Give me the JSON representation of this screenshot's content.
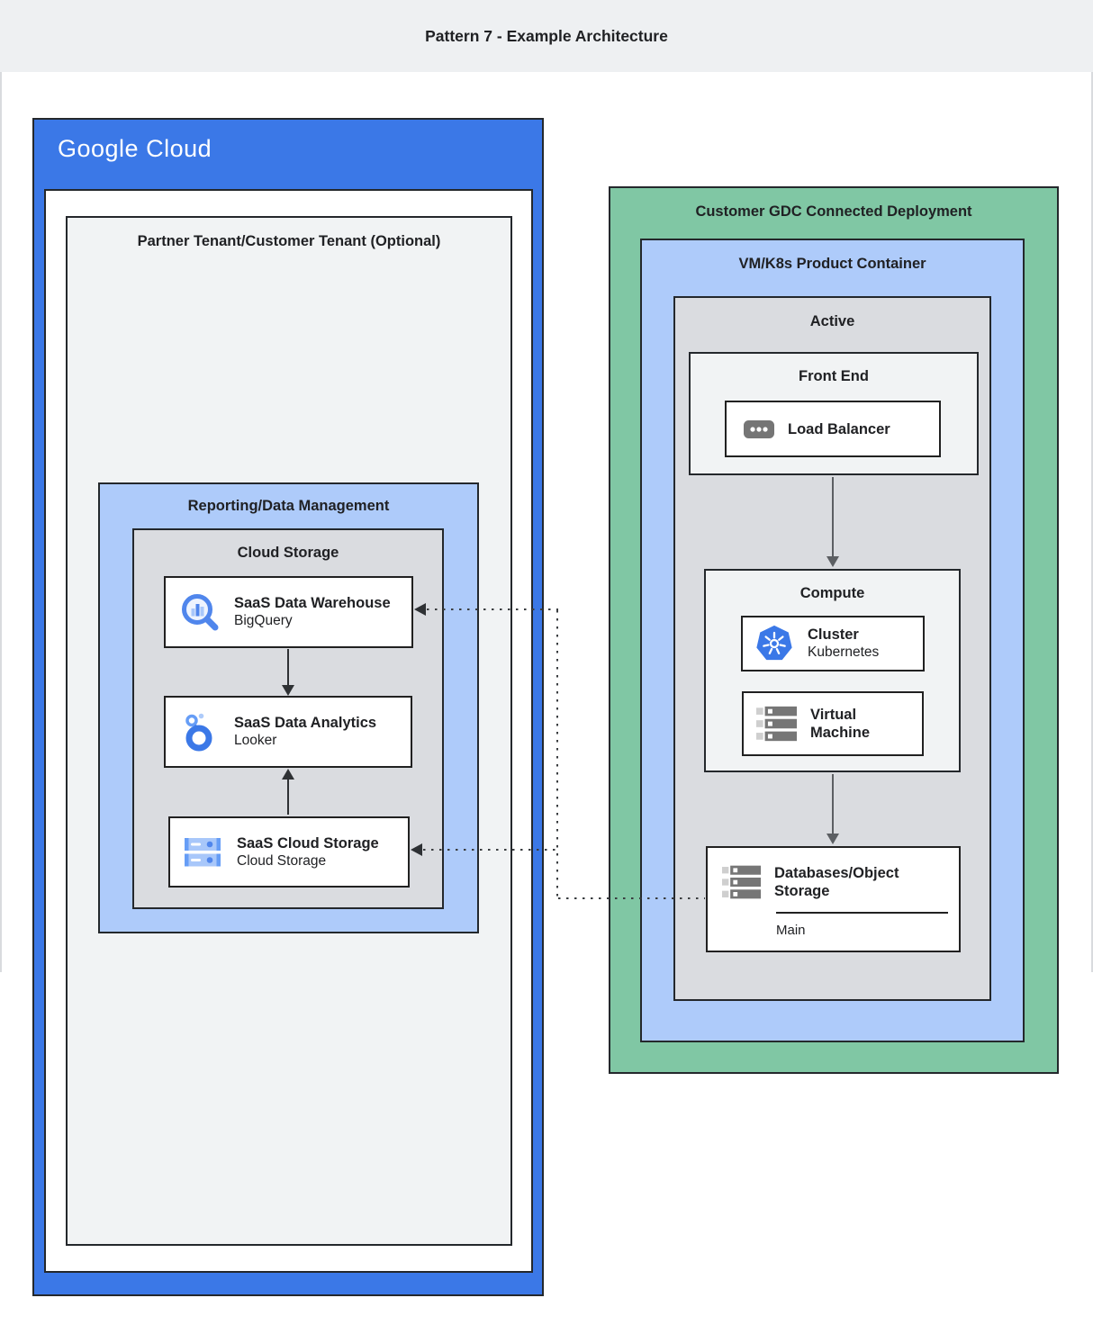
{
  "header": {
    "title": "Pattern 7 - Example Architecture"
  },
  "colors": {
    "google_blue": "#3b78e7",
    "light_blue": "#aecbfa",
    "zone_gray": "#dadce0",
    "zone_pale": "#f1f3f4",
    "green": "#80c7a4",
    "border": "#212121",
    "icon_blue": "#5086ec",
    "icon_light_blue": "#a8c7fa",
    "icon_gray": "#757575"
  },
  "google_cloud": {
    "logo": "Google Cloud",
    "partner_tenant_label": "Partner Tenant/Customer Tenant (Optional)",
    "reporting_label": "Reporting/Data Management",
    "cloud_storage_label": "Cloud Storage",
    "cards": [
      {
        "title": "SaaS Data Warehouse",
        "subtitle": "BigQuery",
        "icon": "bigquery-icon"
      },
      {
        "title": "SaaS Data Analytics",
        "subtitle": "Looker",
        "icon": "looker-icon"
      },
      {
        "title": "SaaS Cloud Storage",
        "subtitle": "Cloud Storage",
        "icon": "cloud-storage-icon"
      }
    ]
  },
  "gdc": {
    "label": "Customer GDC Connected Deployment",
    "vmk8s_label": "VM/K8s Product Container",
    "active_label": "Active",
    "front_end": {
      "label": "Front End",
      "card_title": "Load Balancer",
      "icon": "load-balancer-icon"
    },
    "compute": {
      "label": "Compute",
      "cards": [
        {
          "title": "Cluster",
          "subtitle": "Kubernetes",
          "icon": "kubernetes-icon"
        },
        {
          "title": "Virtual Machine",
          "icon": "virtual-machine-icon"
        }
      ]
    },
    "database": {
      "title": "Databases/Object Storage",
      "footer": "Main",
      "icon": "object-storage-icon"
    }
  }
}
